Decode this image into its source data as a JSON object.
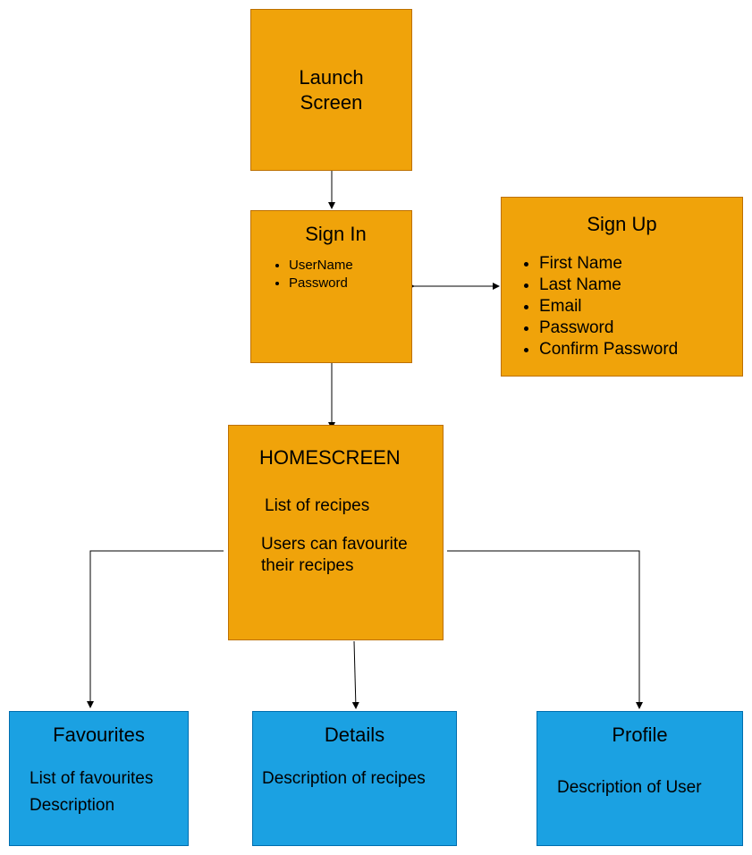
{
  "launch": {
    "title_line1": "Launch",
    "title_line2": "Screen"
  },
  "signin": {
    "title": "Sign In",
    "fields": [
      "UserName",
      "Password"
    ]
  },
  "signup": {
    "title": "Sign Up",
    "fields": [
      "First Name",
      "Last Name",
      "Email",
      "Password",
      "Confirm Password"
    ]
  },
  "home": {
    "title": "HOMESCREEN",
    "line1": "List of recipes",
    "line2a": "Users can favourite",
    "line2b": "their recipes"
  },
  "favourites": {
    "title": "Favourites",
    "line1": "List of favourites",
    "line2": "Description"
  },
  "details": {
    "title": "Details",
    "line1": "Description of recipes"
  },
  "profile": {
    "title": "Profile",
    "line1": "Description of User"
  },
  "colors": {
    "screen_fill": "#f0a30a",
    "screen_border": "#bd7000",
    "page_fill": "#1ba1e2",
    "page_border": "#006eaf"
  }
}
